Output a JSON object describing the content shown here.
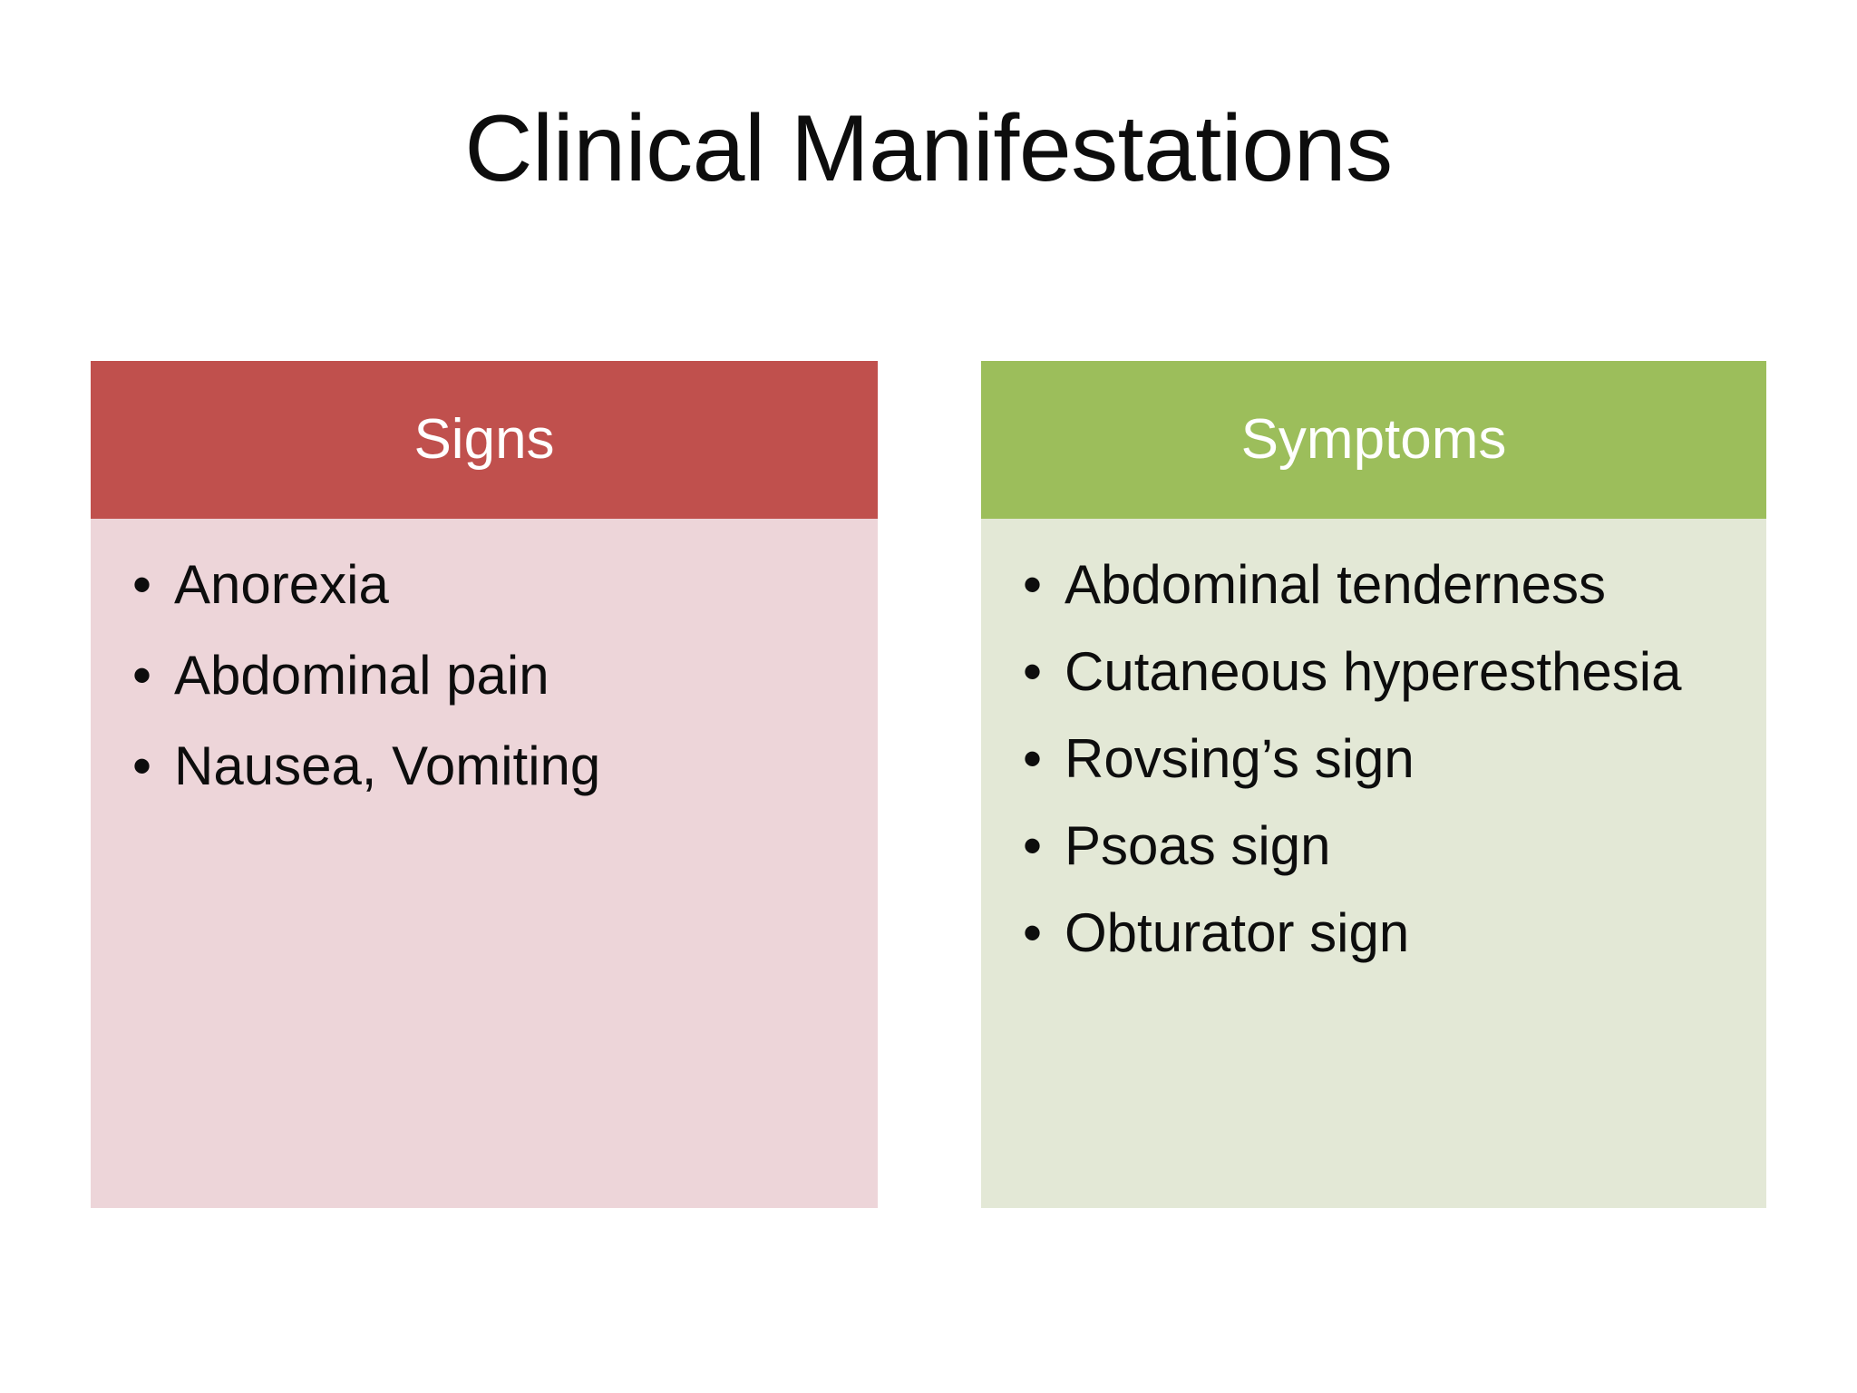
{
  "slide": {
    "title": "Clinical Manifestations",
    "background_color": "#FFFFFF",
    "text_color": "#0D0D0D"
  },
  "panels": [
    {
      "id": "signs",
      "header_label": "Signs",
      "header_color": "#C0504D",
      "body_color": "#EDD5D9",
      "header_text_color": "#FFFFFF",
      "items": [
        "Anorexia",
        "Abdominal pain",
        "Nausea, Vomiting"
      ]
    },
    {
      "id": "symptoms",
      "header_label": "Symptoms",
      "header_color": "#9CBE5B",
      "body_color": "#E3E8D6",
      "header_text_color": "#FFFFFF",
      "items": [
        "Abdominal tenderness",
        "Cutaneous hyperesthesia",
        "Rovsing’s sign",
        "Psoas sign",
        "Obturator sign"
      ]
    }
  ]
}
